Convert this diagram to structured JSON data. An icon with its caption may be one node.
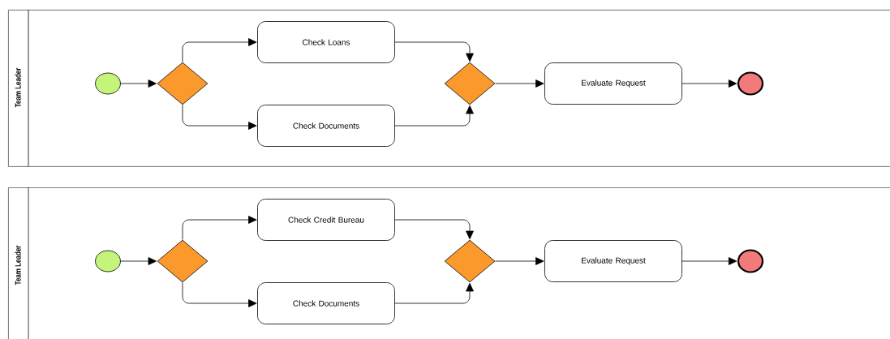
{
  "diagram": {
    "nodes": [
      {
        "text": [
          "Team Leader"
        ]
      },
      {
        "text": [],
        "shape": "circle",
        "in": 0
      },
      {
        "text": [],
        "shape": "diamond",
        "in": 0
      },
      {
        "text": [
          "Check Loans"
        ],
        "in": 0
      },
      {
        "text": [
          "Check Documents"
        ],
        "in": 0
      },
      {
        "text": [],
        "shape": "diamond",
        "in": 0
      },
      {
        "text": [
          "Evaluate Request"
        ],
        "in": 0
      },
      {
        "text": [],
        "shape": "circle",
        "in": 0
      },
      {
        "text": [
          "Team Leader"
        ]
      },
      {
        "text": [],
        "shape": "circle",
        "in": 8
      },
      {
        "text": [],
        "shape": "diamond",
        "in": 8
      },
      {
        "text": [
          "Check Credit Bureau"
        ],
        "in": 8
      },
      {
        "text": [
          "Check Documents"
        ],
        "in": 8
      },
      {
        "text": [],
        "shape": "diamond",
        "in": 8
      },
      {
        "text": [
          "Evaluate Request"
        ],
        "in": 8
      },
      {
        "text": [],
        "shape": "circle",
        "in": 8
      }
    ],
    "edges": [
      {
        "from": 1,
        "to": 2,
        "arrow": "to"
      },
      {
        "from": 2,
        "to": 3,
        "arrow": "to"
      },
      {
        "from": 2,
        "to": 4,
        "arrow": "to"
      },
      {
        "from": 3,
        "to": 5,
        "arrow": "to"
      },
      {
        "from": 4,
        "to": 5,
        "arrow": "to"
      },
      {
        "from": 5,
        "to": 6,
        "arrow": "to"
      },
      {
        "from": 6,
        "to": 7,
        "arrow": "to"
      },
      {
        "from": 9,
        "to": 10,
        "arrow": "to"
      },
      {
        "from": 10,
        "to": 11,
        "arrow": "to"
      },
      {
        "from": 10,
        "to": 12,
        "arrow": "to"
      },
      {
        "from": 11,
        "to": 13,
        "arrow": "to"
      },
      {
        "from": 12,
        "to": 13,
        "arrow": "to"
      },
      {
        "from": 13,
        "to": 14,
        "arrow": "to"
      },
      {
        "from": 14,
        "to": 15,
        "arrow": "to"
      }
    ]
  }
}
